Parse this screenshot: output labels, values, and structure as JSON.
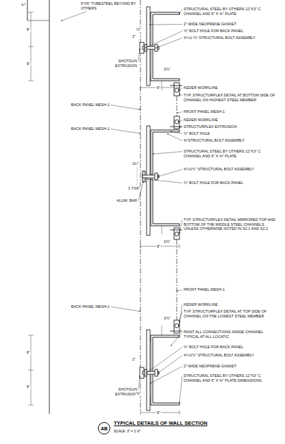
{
  "diagram": {
    "title": "TYPICAL DETAILS OF WALL SECTION",
    "caption": "SCALE: 3\" = 1'-0\"",
    "nodes": [
      {
        "text": [
          "AB"
        ]
      }
    ],
    "edges": [],
    "labels": [
      "6\"X6\" TUBESTEEL BEYOND BY OTHERS",
      "STRUCTURAL STEEL BY OTHERS 12\"X3\" C CHANNEL AND 6\" X ⅜\" PLATE",
      "2\" WIDE NEOPRENE GASKET",
      "½\" BOLT HOLE FOR BACK PANEL",
      "⅜\"x1-½\" STRUCTURAL BOLT ASSEMBLY",
      "SHOTGUN EXTRUSION",
      "KEDER WORKLINE",
      "TYP. STRUCTURFLEX DETAIL AT BOTTOM SIDE OF CHANNEL ON HIGHEST STEEL MEMBER",
      "BACK PANEL MESH-1",
      "FRONT PANEL MESH-1",
      "KEDER WORKLINE",
      "STRUCTURFLEX EXTRUSION",
      "½\" BOLT HOLE",
      "⅜\"STRUCTURAL BOLT ASSEMBLY",
      "STRUCTURAL STEEL BY OTHERS 12\"X3\" C CHANNEL AND 6\" X ⅜\" PLATE",
      "⅜\"x1½\" STRUCTURAL BOLT ASSEMBLY",
      "½\" BOLT HOLE FOR BACK PANEL",
      "BACK PANEL MESH-1",
      "ALUM. BAR",
      "TYP. STRUCTURFLEX DETAIL MIRRORED TOP AND BOTTOM OF THE MIDDLE STEEL CHANNELS UNLESS OTHERWISE NOTED IN S2.1 AND S2.2",
      "FRONT PANEL MESH-1",
      "BACK PANEL MESH-1",
      "KEDER WORKLINE",
      "TYP. STRUCTURFLEX DETAIL AT TOP SIDE OF CHANNEL ON THE LOWEST STEEL MEMBER",
      "PAINT ALL CONNECTIONS INSIDE CHANNEL TYPICAL AT ALL LOCATIC",
      "½\" BOLT HOLE FOR BACK PANEL",
      "⅜\"x1½\" STRUCTURAL BOLT ASSEMBLY",
      "2\" WIDE NEOPRENE GASKET",
      "STRUCTURAL STEEL BY OTHERS 12\"X3\" C CHANNEL AND 6\" X ⅜\" PLATE DIMENSIONS.",
      "SHOTGUN EXTRUSION",
      "¾\"",
      "6\"",
      "6\"",
      "1\"",
      "½\"",
      "1½\"",
      "6\"",
      "1¼\"",
      "1 7/16\"",
      "1½\"",
      "6\"",
      "6\"",
      "6\"",
      "1\"",
      "½\"",
      "1½\"",
      "6\""
    ]
  }
}
